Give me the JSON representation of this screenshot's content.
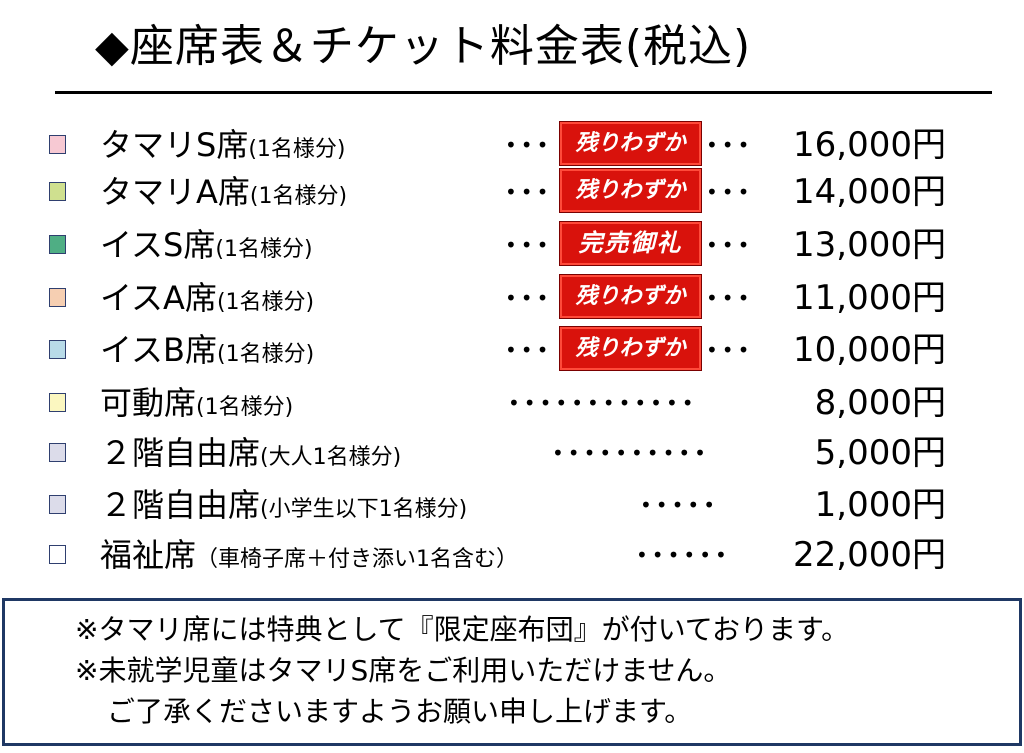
{
  "title": "◆座席表＆チケット料金表(税込)",
  "rows": [
    {
      "main": "タマリS席",
      "sub": "(1名様分)",
      "dots_left": "•••",
      "badge": "残りわずか",
      "dots_right": "•••",
      "price": "16,000円",
      "color": "#f7c9d3"
    },
    {
      "main": "タマリA席",
      "sub": "(1名様分)",
      "dots_left": "•••",
      "badge": "残りわずか",
      "dots_right": "•••",
      "price": "14,000円",
      "color": "#cfe08f"
    },
    {
      "main": "イスS席",
      "sub": "(1名様分)",
      "dots_left": "•••",
      "badge": "完売御礼",
      "dots_right": "•••",
      "price": "13,000円",
      "color": "#4fae84"
    },
    {
      "main": "イスA席",
      "sub": "(1名様分)",
      "dots_left": "•••",
      "badge": "残りわずか",
      "dots_right": "•••",
      "price": "11,000円",
      "color": "#f6cfb2"
    },
    {
      "main": "イスB席",
      "sub": "(1名様分)",
      "dots_left": "•••",
      "badge": "残りわずか",
      "dots_right": "•••",
      "price": "10,000円",
      "color": "#b8dbe8"
    },
    {
      "main": "可動席",
      "sub": "(1名様分)",
      "dots_left": "••••••••••••",
      "badge": "",
      "dots_right": "",
      "price": "8,000円",
      "color": "#fbf7c0"
    },
    {
      "main": "２階自由席",
      "sub": "(大人1名様分)",
      "dots_left": "••••••••••",
      "badge": "",
      "dots_right": "",
      "price": "5,000円",
      "color": "#dcdcea"
    },
    {
      "main": "２階自由席",
      "sub": "(小学生以下1名様分)",
      "dots_left": "•••••",
      "badge": "",
      "dots_right": "",
      "price": "1,000円",
      "color": "#dcdcea"
    },
    {
      "main": "福祉席",
      "sub": "（車椅子席＋付き添い1名含む）",
      "dots_left": "••••••",
      "badge": "",
      "dots_right": "",
      "price": "22,000円",
      "color": "#ffffff"
    }
  ],
  "notes": [
    "※タマリ席には特典として『限定座布団』が付いております。",
    "※未就学児童はタマリS席をご利用いただけません。",
    "ご了承くださいますようお願い申し上げます。"
  ]
}
